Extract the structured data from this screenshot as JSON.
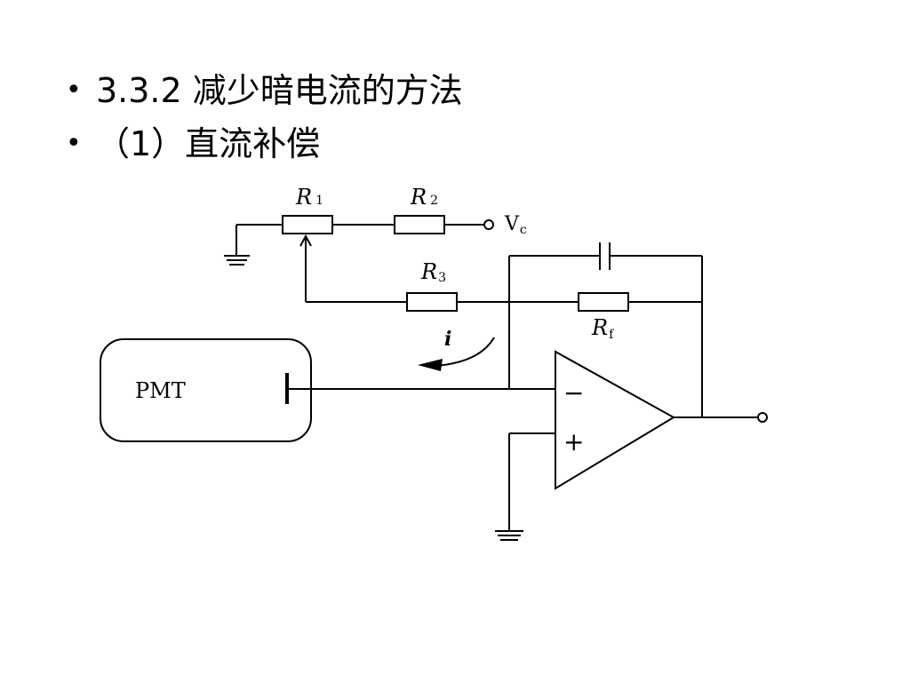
{
  "slide": {
    "bullets": [
      {
        "marker": "•",
        "text": "3.3.2 减少暗电流的方法"
      },
      {
        "marker": "•",
        "text": "（1）直流补偿"
      }
    ]
  },
  "diagram": {
    "labels": {
      "r1": "R",
      "r1_sub": "1",
      "r2": "R",
      "r2_sub": "2",
      "r3": "R",
      "r3_sub": "3",
      "rf": "R",
      "rf_sub": "f",
      "vc": "V",
      "vc_sub": "c",
      "current": "i",
      "pmt": "PMT",
      "minus": "−",
      "plus": "+"
    }
  }
}
